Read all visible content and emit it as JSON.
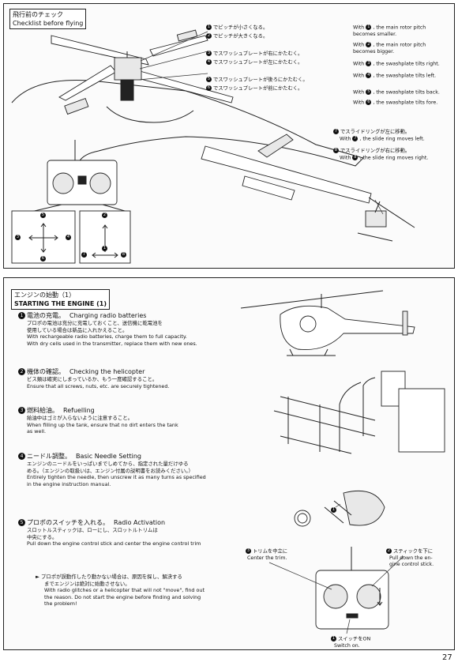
{
  "checklist": {
    "title_jp": "飛行前のチェック",
    "title_en": "Checklist before flying",
    "jp_items": [
      {
        "num": "1",
        "text": "でピッチが小さくなる。"
      },
      {
        "num": "2",
        "text": "でピッチが大きくなる。"
      },
      {
        "num": "3",
        "text": "でスワッシュプレートが右にかたむく。"
      },
      {
        "num": "4",
        "text": "でスワッシュプレートが左にかたむく。"
      },
      {
        "num": "5",
        "text": "でスワッシュプレートが後ろにかたむく。"
      },
      {
        "num": "6",
        "text": "でスワッシュプレートが前にかたむく。"
      }
    ],
    "en_items": [
      {
        "pre": "With",
        "num": "1",
        "post": ", the main rotor pitch",
        "post2": "becomes smaller."
      },
      {
        "pre": "With",
        "num": "2",
        "post": ", the main rotor pitch",
        "post2": "becomes bigger."
      },
      {
        "pre": "With",
        "num": "3",
        "post": ", the swashplate tilts right.",
        "post2": ""
      },
      {
        "pre": "With",
        "num": "4",
        "post": ", the swashplate tilts left.",
        "post2": ""
      },
      {
        "pre": "With",
        "num": "5",
        "post": ", the swashplate tilts back.",
        "post2": ""
      },
      {
        "pre": "With",
        "num": "6",
        "post": ", the swashplate tilts fore.",
        "post2": ""
      }
    ],
    "slide": [
      {
        "num": "7",
        "jp": "でスライドリングが左に移動。",
        "pre": "With",
        "post": ", the slide ring moves left."
      },
      {
        "num": "8",
        "jp": "でスライドリングが右に移動。",
        "pre": "With",
        "post": ", the slide ring moves right."
      }
    ],
    "diagram_labels": [
      "1",
      "2",
      "3",
      "4",
      "5",
      "6",
      "7",
      "8"
    ]
  },
  "engine": {
    "title_jp": "エンジンの始動（1）",
    "title_en": "STARTING THE ENGINE (1)",
    "sections": [
      {
        "num": "1",
        "head_jp": "電池の充電。",
        "head_en": "Charging radio batteries",
        "lines": [
          "プロポの電池は充分に充電しておくこと、送信機に乾電池を",
          "使用している場合は新品に入れかえること。",
          "With rechargeable radio batteries, charge them to full capacity.",
          "With dry cells used in the transmitter, replace them with new ones."
        ]
      },
      {
        "num": "2",
        "head_jp": "機体の確認。",
        "head_en": "Checking the helicopter",
        "lines": [
          "ビス類は確実にしまっているか、もう一度確認すること。",
          "Ensure that all screws, nuts, etc. are securely tightened."
        ]
      },
      {
        "num": "3",
        "head_jp": "燃料給油。",
        "head_en": "Refuelling",
        "lines": [
          "給油中はゴミが入らないように注意すること。",
          "When filling up the tank, ensure that no dirt enters the tank",
          "as well."
        ]
      },
      {
        "num": "4",
        "head_jp": "ニードル調整。",
        "head_en": "Basic Needle Setting",
        "lines": [
          "エンジンのニードルをいっぱいまでしめてから、指定された量だけゆる",
          "める。（エンジンの取扱いは、エンジン付属の説明書をお読みください。）",
          "Entirely tighten the needle, then unscrew it as many turns as specified",
          "in the engine instruction manual."
        ]
      },
      {
        "num": "5",
        "head_jp": "プロポのスイッチを入れる。",
        "head_en": "Radio Activation",
        "lines": [
          "スロットルスティックは、ローにし、スロットルトリムは",
          "中央にする。",
          "Pull down the engine control stick and center the engine control trim"
        ]
      }
    ],
    "note": {
      "marker": "►",
      "lines": [
        "プロポが誤動作したり動かない場合は、原因を探し、解決する",
        "までエンジンは絶対に始動させない。",
        "With radio glitches or a helicopter that will not \"move\", find out",
        "the reason. Do not start the engine before finding and solving",
        "the problem!"
      ]
    },
    "callouts": {
      "c3": {
        "num": "3",
        "jp": "トリムを中立に",
        "en": "Center the trim."
      },
      "c2": {
        "num": "2",
        "jp": "スティックを下に",
        "en1": "Pull down the en-",
        "en2": "gine control stick."
      },
      "c1": {
        "num": "1",
        "jp": "スイッチをON",
        "en": "Switch on."
      },
      "needle": "1"
    }
  },
  "page_number": "27"
}
